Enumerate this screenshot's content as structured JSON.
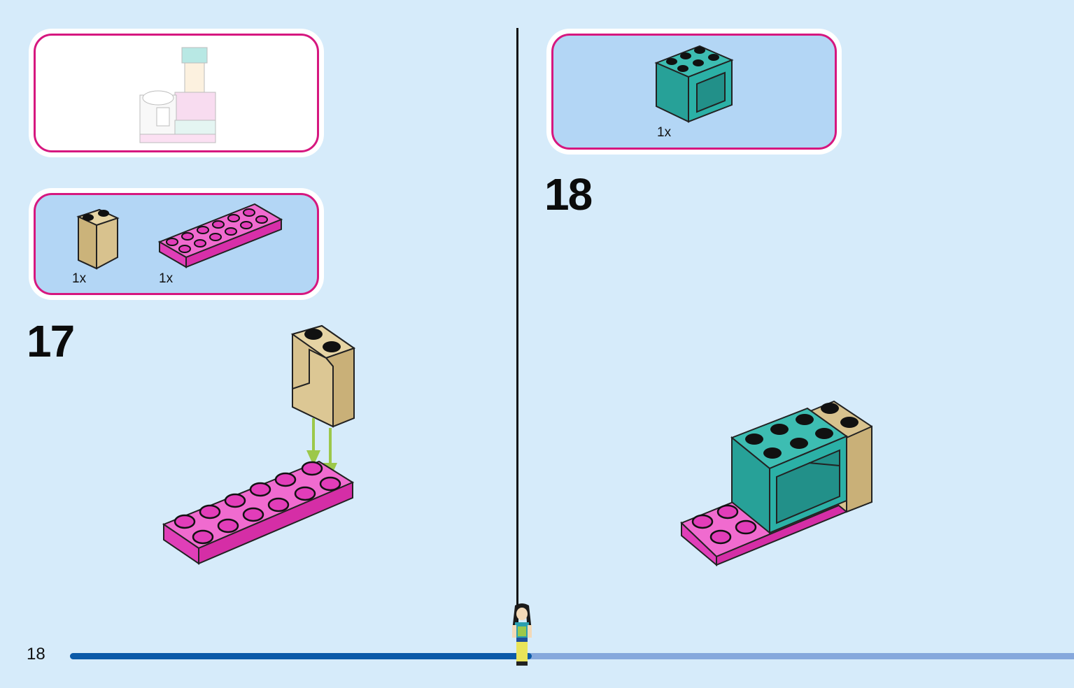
{
  "page": {
    "number": "18"
  },
  "colors": {
    "background": "#d6ebfa",
    "callout_border": "#d6177f",
    "parts_panel": "#b3d6f5",
    "tan": "#d8c28e",
    "magenta": "#ef48c4",
    "teal": "#28a79e",
    "arrow_green": "#9cc84a",
    "progress_done": "#0b5aa8",
    "progress_remaining": "#86a8dc"
  },
  "steps": [
    {
      "number": "17",
      "parts": [
        {
          "name": "tan-panel-1x2x2",
          "quantity": "1x"
        },
        {
          "name": "magenta-plate-2x6",
          "quantity": "1x"
        }
      ]
    },
    {
      "number": "18",
      "parts": [
        {
          "name": "teal-cupboard-2x3x2",
          "quantity": "1x"
        }
      ]
    }
  ],
  "progress": {
    "fraction": 0.46
  }
}
